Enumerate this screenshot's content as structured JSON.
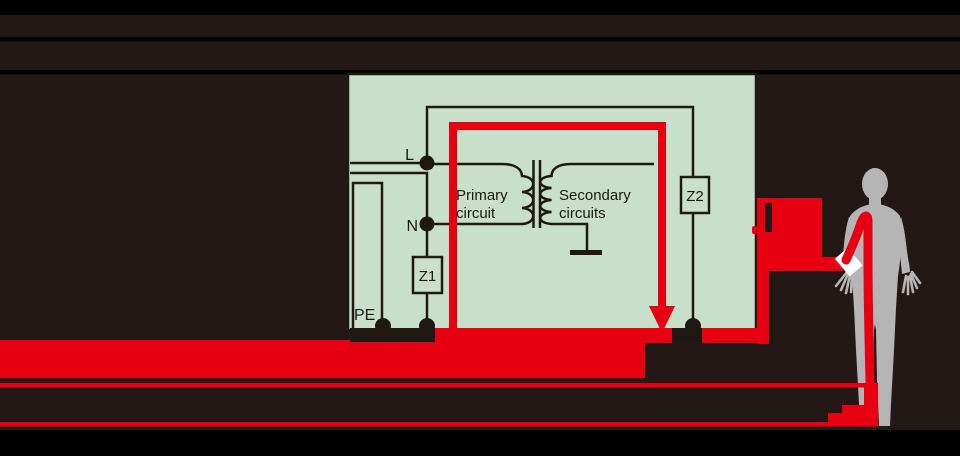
{
  "diagram": {
    "labels": {
      "line": "L",
      "neutral": "N",
      "protective_earth": "PE",
      "impedance_z1": "Z1",
      "impedance_z2": "Z2",
      "primary_line1": "Primary",
      "primary_line2": "circuit",
      "secondary_line1": "Secondary",
      "secondary_line2": "circuits"
    },
    "colors": {
      "background": "#231815",
      "top_bottom_bands": "#000000",
      "equipment_panel_fill": "#c8e0c9",
      "wire_ink": "#1f1712",
      "current_path_red": "#e60012",
      "person_gray": "#b5b5b6",
      "wrist_band_white": "#ffffff"
    }
  }
}
